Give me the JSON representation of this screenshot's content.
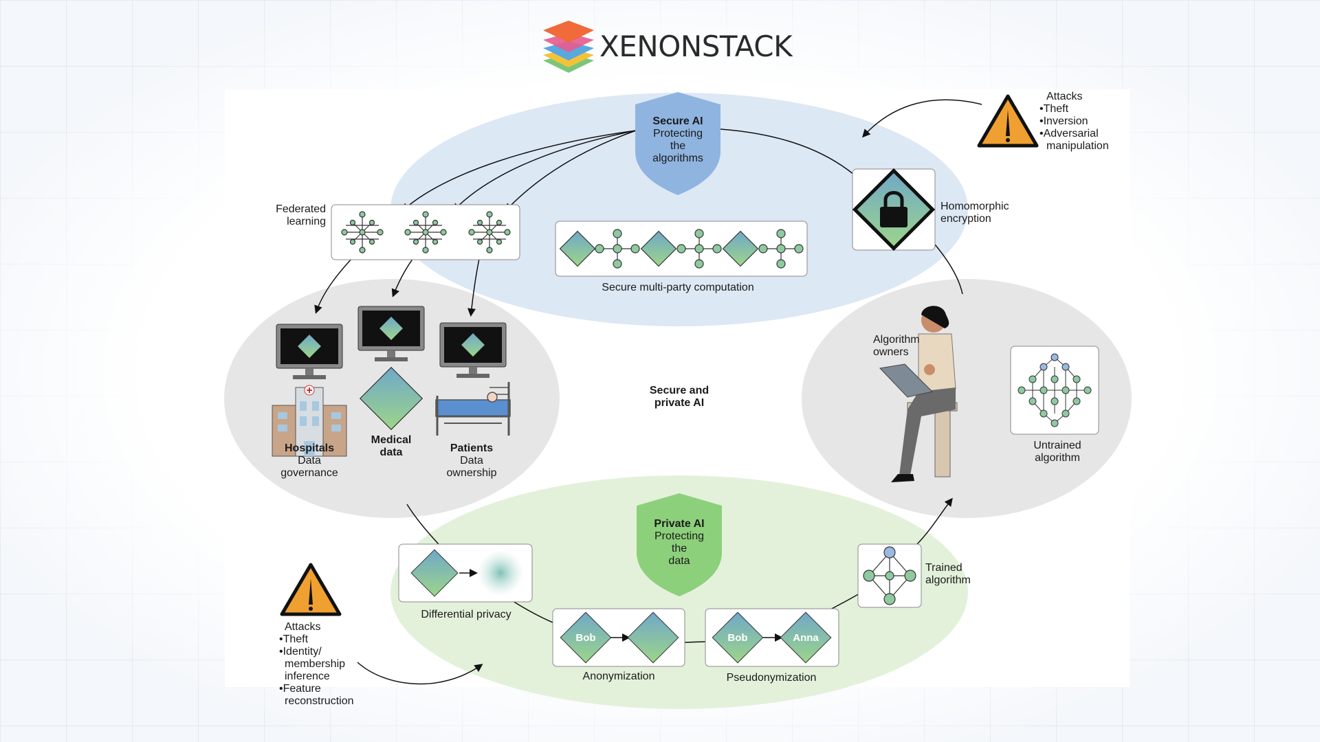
{
  "logo": {
    "text": "XENONSTACK",
    "icon": "layered-stack-logo"
  },
  "diagram": {
    "center_label": [
      "Secure and",
      "private AI"
    ],
    "secure_ai": {
      "title": "Secure AI",
      "subtitle": [
        "Protecting",
        "the",
        "algorithms"
      ],
      "color": "#8fb4e0"
    },
    "private_ai": {
      "title": "Private AI",
      "subtitle": [
        "Protecting",
        "the",
        "data"
      ],
      "color": "#8dd07c"
    },
    "federated_learning": [
      "Federated",
      "learning"
    ],
    "smpc": "Secure multi-party computation",
    "homomorphic": [
      "Homomorphic",
      "encryption"
    ],
    "attacks_top": {
      "title": "Attacks",
      "items": [
        "•Theft",
        "•Inversion",
        "•Adversarial",
        "manipulation"
      ]
    },
    "attacks_bottom": {
      "title": "Attacks",
      "items": [
        "•Theft",
        "•Identity/",
        "membership",
        "inference",
        "•Feature",
        "reconstruction"
      ]
    },
    "hospitals": {
      "title": "Hospitals",
      "sub": [
        "Data",
        "governance"
      ]
    },
    "medical_data": [
      "Medical",
      "data"
    ],
    "patients": {
      "title": "Patients",
      "sub": [
        "Data",
        "ownership"
      ]
    },
    "algorithm_owners": [
      "Algorithm",
      "owners"
    ],
    "untrained": [
      "Untrained",
      "algorithm"
    ],
    "trained": [
      "Trained",
      "algorithm"
    ],
    "differential_privacy": "Differential privacy",
    "anonymization": "Anonymization",
    "pseudonymization": "Pseudonymization",
    "names": {
      "bob": "Bob",
      "anna": "Anna"
    },
    "colors": {
      "top_ellipse": "#dde8f5",
      "bottom_ellipse": "#e3f1da",
      "side_ellipse": "#e6e6e6",
      "warning": "#f0a030"
    }
  }
}
